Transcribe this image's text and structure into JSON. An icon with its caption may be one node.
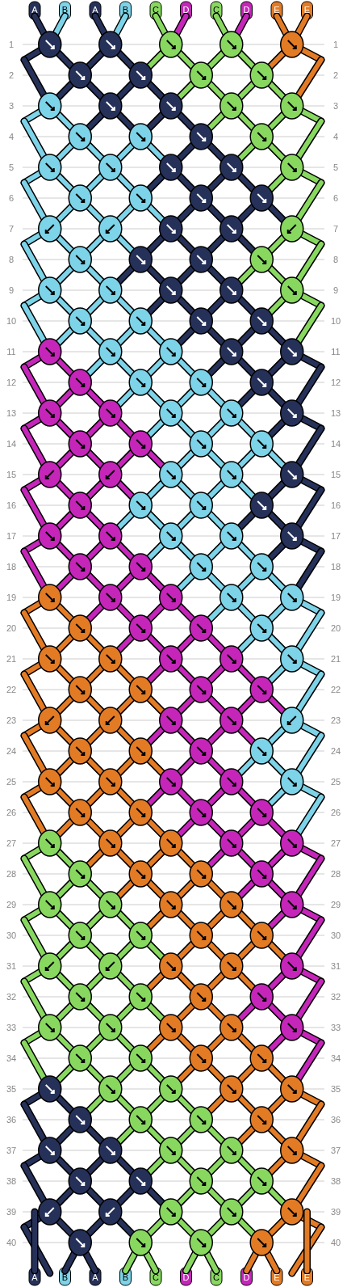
{
  "diagram": {
    "labels": [
      "A",
      "B",
      "A",
      "B",
      "C",
      "D",
      "C",
      "D",
      "E",
      "E",
      "1",
      "1",
      "2",
      "2",
      "3",
      "3",
      "4",
      "4",
      "5",
      "5",
      "6",
      "6",
      "7",
      "7",
      "8",
      "8",
      "9",
      "9",
      "10",
      "10",
      "11",
      "11",
      "12",
      "12",
      "13",
      "13",
      "14",
      "14",
      "15",
      "15",
      "16",
      "16",
      "17",
      "17",
      "18",
      "18",
      "19",
      "19",
      "20",
      "20",
      "21",
      "21",
      "22",
      "22",
      "23",
      "23",
      "24",
      "24",
      "25",
      "25",
      "26",
      "26",
      "27",
      "27",
      "28",
      "28",
      "29",
      "29",
      "30",
      "30",
      "31",
      "31",
      "32",
      "32",
      "33",
      "33",
      "34",
      "34",
      "35",
      "35",
      "36",
      "36",
      "37",
      "37",
      "38",
      "38",
      "39",
      "39",
      "40",
      "40",
      "A",
      "B",
      "A",
      "B",
      "C",
      "D",
      "C",
      "D",
      "E",
      "E"
    ]
  }
}
